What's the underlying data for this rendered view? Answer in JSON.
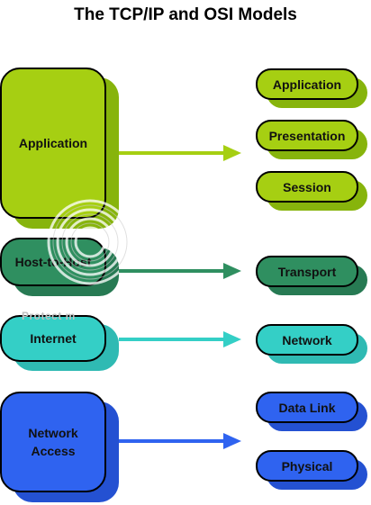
{
  "title": "The TCP/IP and OSI Models",
  "watermark_text": "Protect m",
  "colors": {
    "application": "#a6cf12",
    "application_shadow": "#87b40c",
    "transport": "#2f8f60",
    "transport_shadow": "#277a53",
    "internet": "#34cfc6",
    "internet_shadow": "#2fbab3",
    "network_access": "#2f63f0",
    "network_access_shadow": "#2451d2"
  },
  "tcpip_layers": [
    {
      "label": "Application"
    },
    {
      "label": "Host-to-Host"
    },
    {
      "label": "Internet"
    },
    {
      "label": "Network Access"
    }
  ],
  "osi_layers": [
    {
      "label": "Application"
    },
    {
      "label": "Presentation"
    },
    {
      "label": "Session"
    },
    {
      "label": "Transport"
    },
    {
      "label": "Network"
    },
    {
      "label": "Data Link"
    },
    {
      "label": "Physical"
    }
  ]
}
